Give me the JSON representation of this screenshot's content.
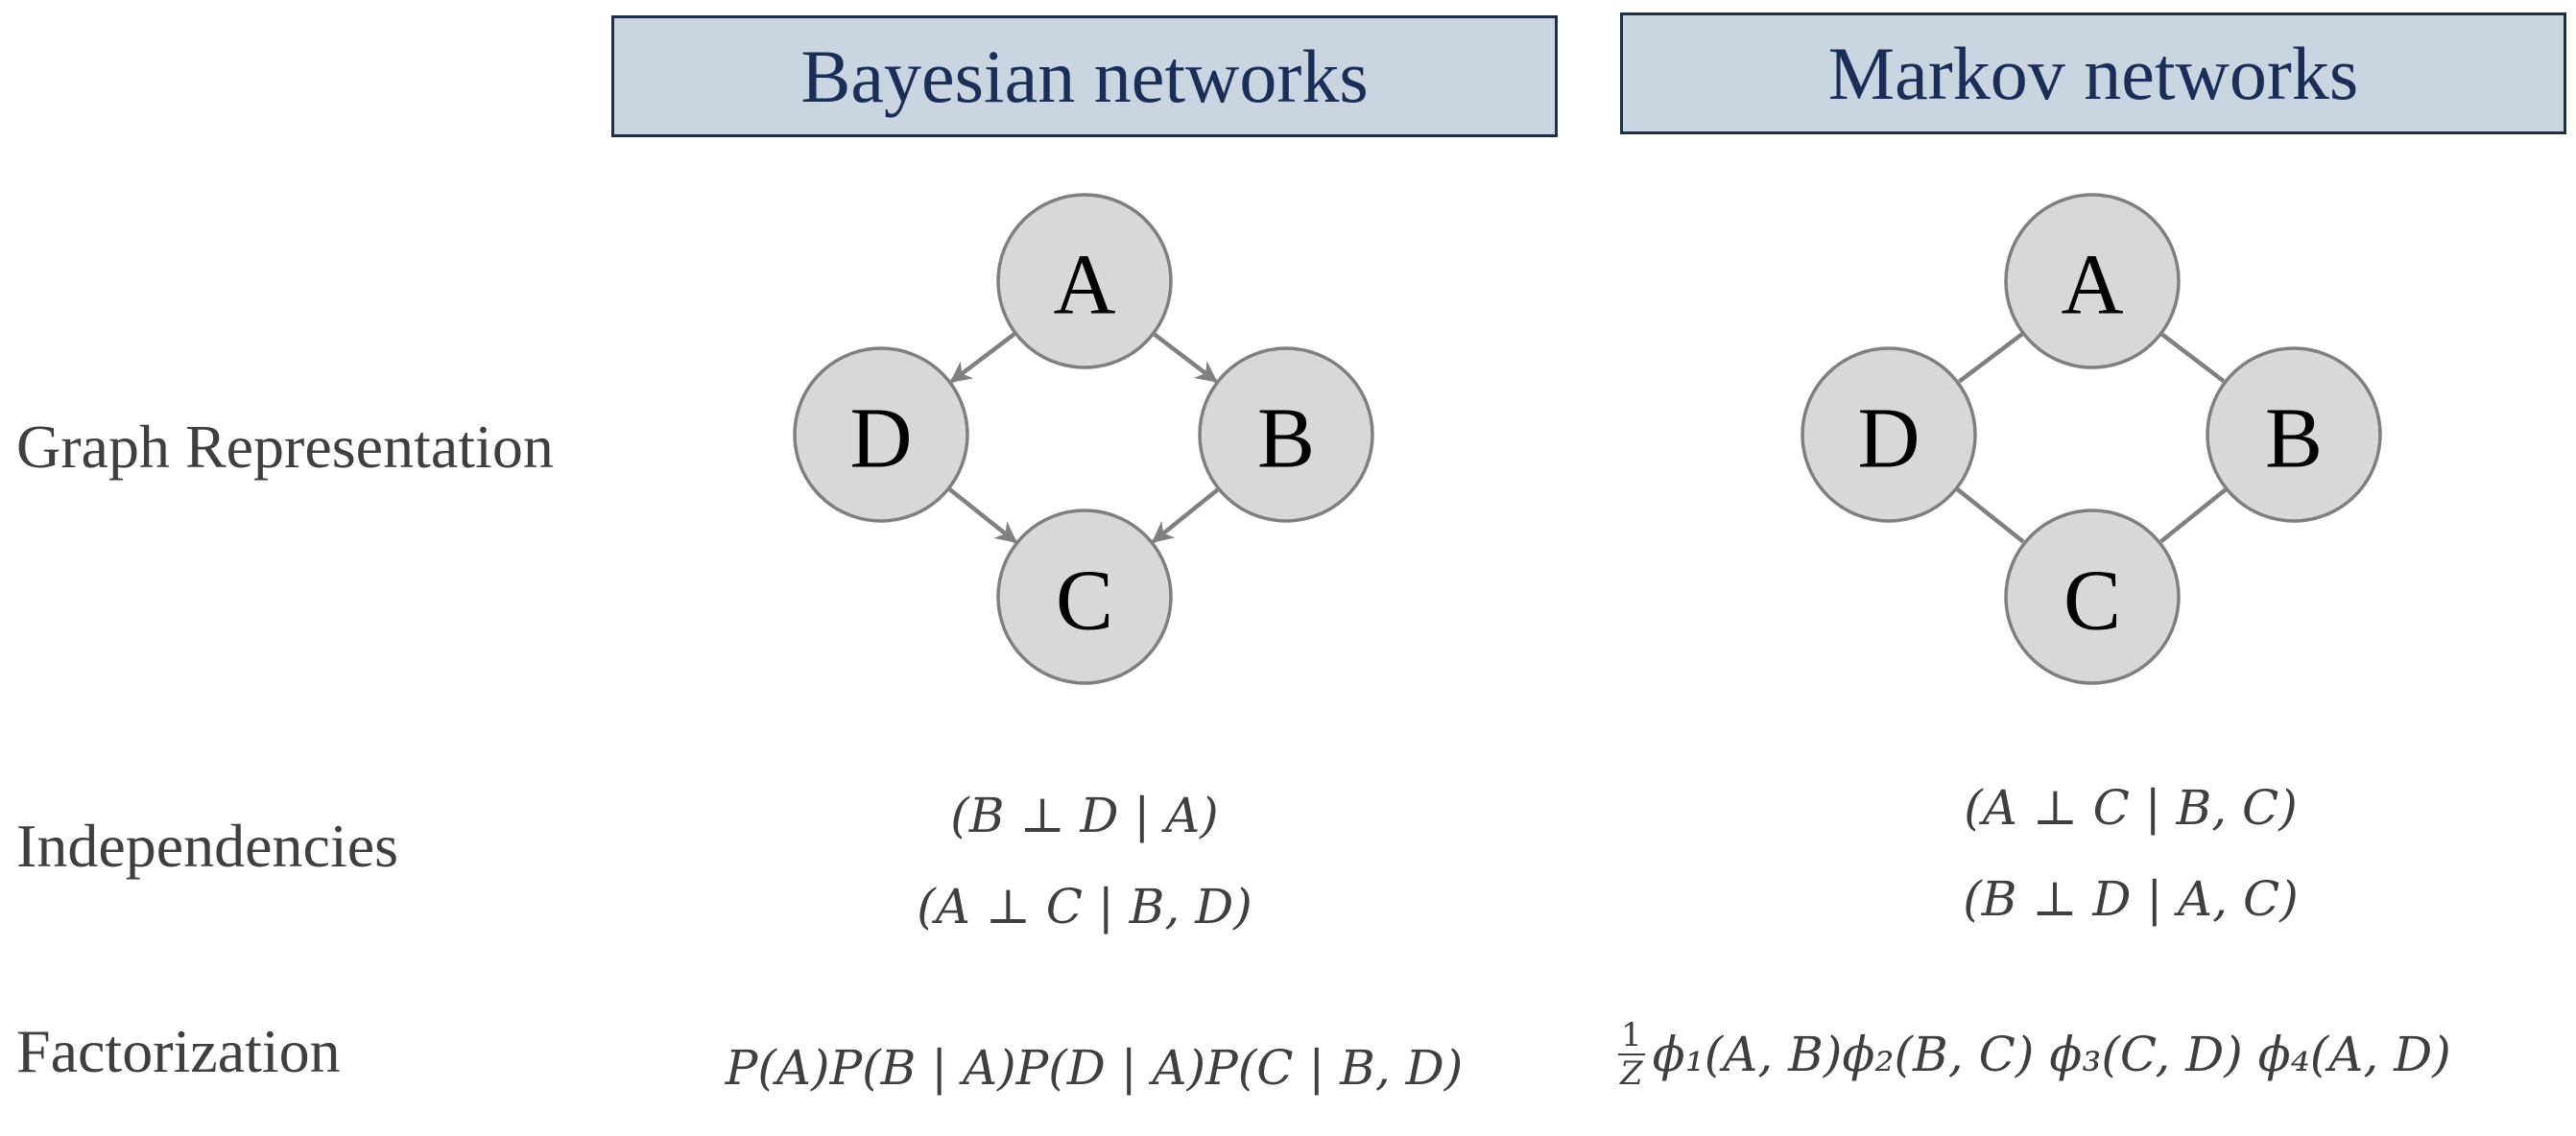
{
  "headers": {
    "bayesian": "Bayesian networks",
    "markov": "Markov networks"
  },
  "row_labels": {
    "graph": "Graph Representation",
    "independencies": "Independencies",
    "factorization": "Factorization"
  },
  "bayesian_graph": {
    "nodes": [
      "A",
      "B",
      "C",
      "D"
    ],
    "edges": [
      {
        "from": "A",
        "to": "D",
        "directed": true
      },
      {
        "from": "A",
        "to": "B",
        "directed": true
      },
      {
        "from": "D",
        "to": "C",
        "directed": true
      },
      {
        "from": "B",
        "to": "C",
        "directed": true
      }
    ]
  },
  "markov_graph": {
    "nodes": [
      "A",
      "B",
      "C",
      "D"
    ],
    "edges": [
      {
        "from": "A",
        "to": "D",
        "directed": false
      },
      {
        "from": "A",
        "to": "B",
        "directed": false
      },
      {
        "from": "D",
        "to": "C",
        "directed": false
      },
      {
        "from": "B",
        "to": "C",
        "directed": false
      }
    ]
  },
  "bayesian_independencies": [
    "(B ⊥ D | A)",
    "(A ⊥ C | B, D)"
  ],
  "markov_independencies": [
    "(A ⊥ C | B, C)",
    "(B ⊥ D | A, C)"
  ],
  "bayesian_factorization": "P(A)P(B | A)P(D | A)P(C | B, D)",
  "markov_factorization": {
    "fraction_numerator": "1",
    "fraction_denominator": "Z",
    "terms": "ϕ₁(A, B)ϕ₂(B, C) ϕ₃(C, D) ϕ₄(A, D)"
  },
  "colors": {
    "header_fill": "#c9d5e0",
    "header_border": "#1f2f48",
    "header_text": "#1b2e57",
    "node_fill": "#d8d8d8",
    "node_stroke": "#7f7f7f",
    "edge": "#808080",
    "body_text": "#3f3f3f"
  }
}
